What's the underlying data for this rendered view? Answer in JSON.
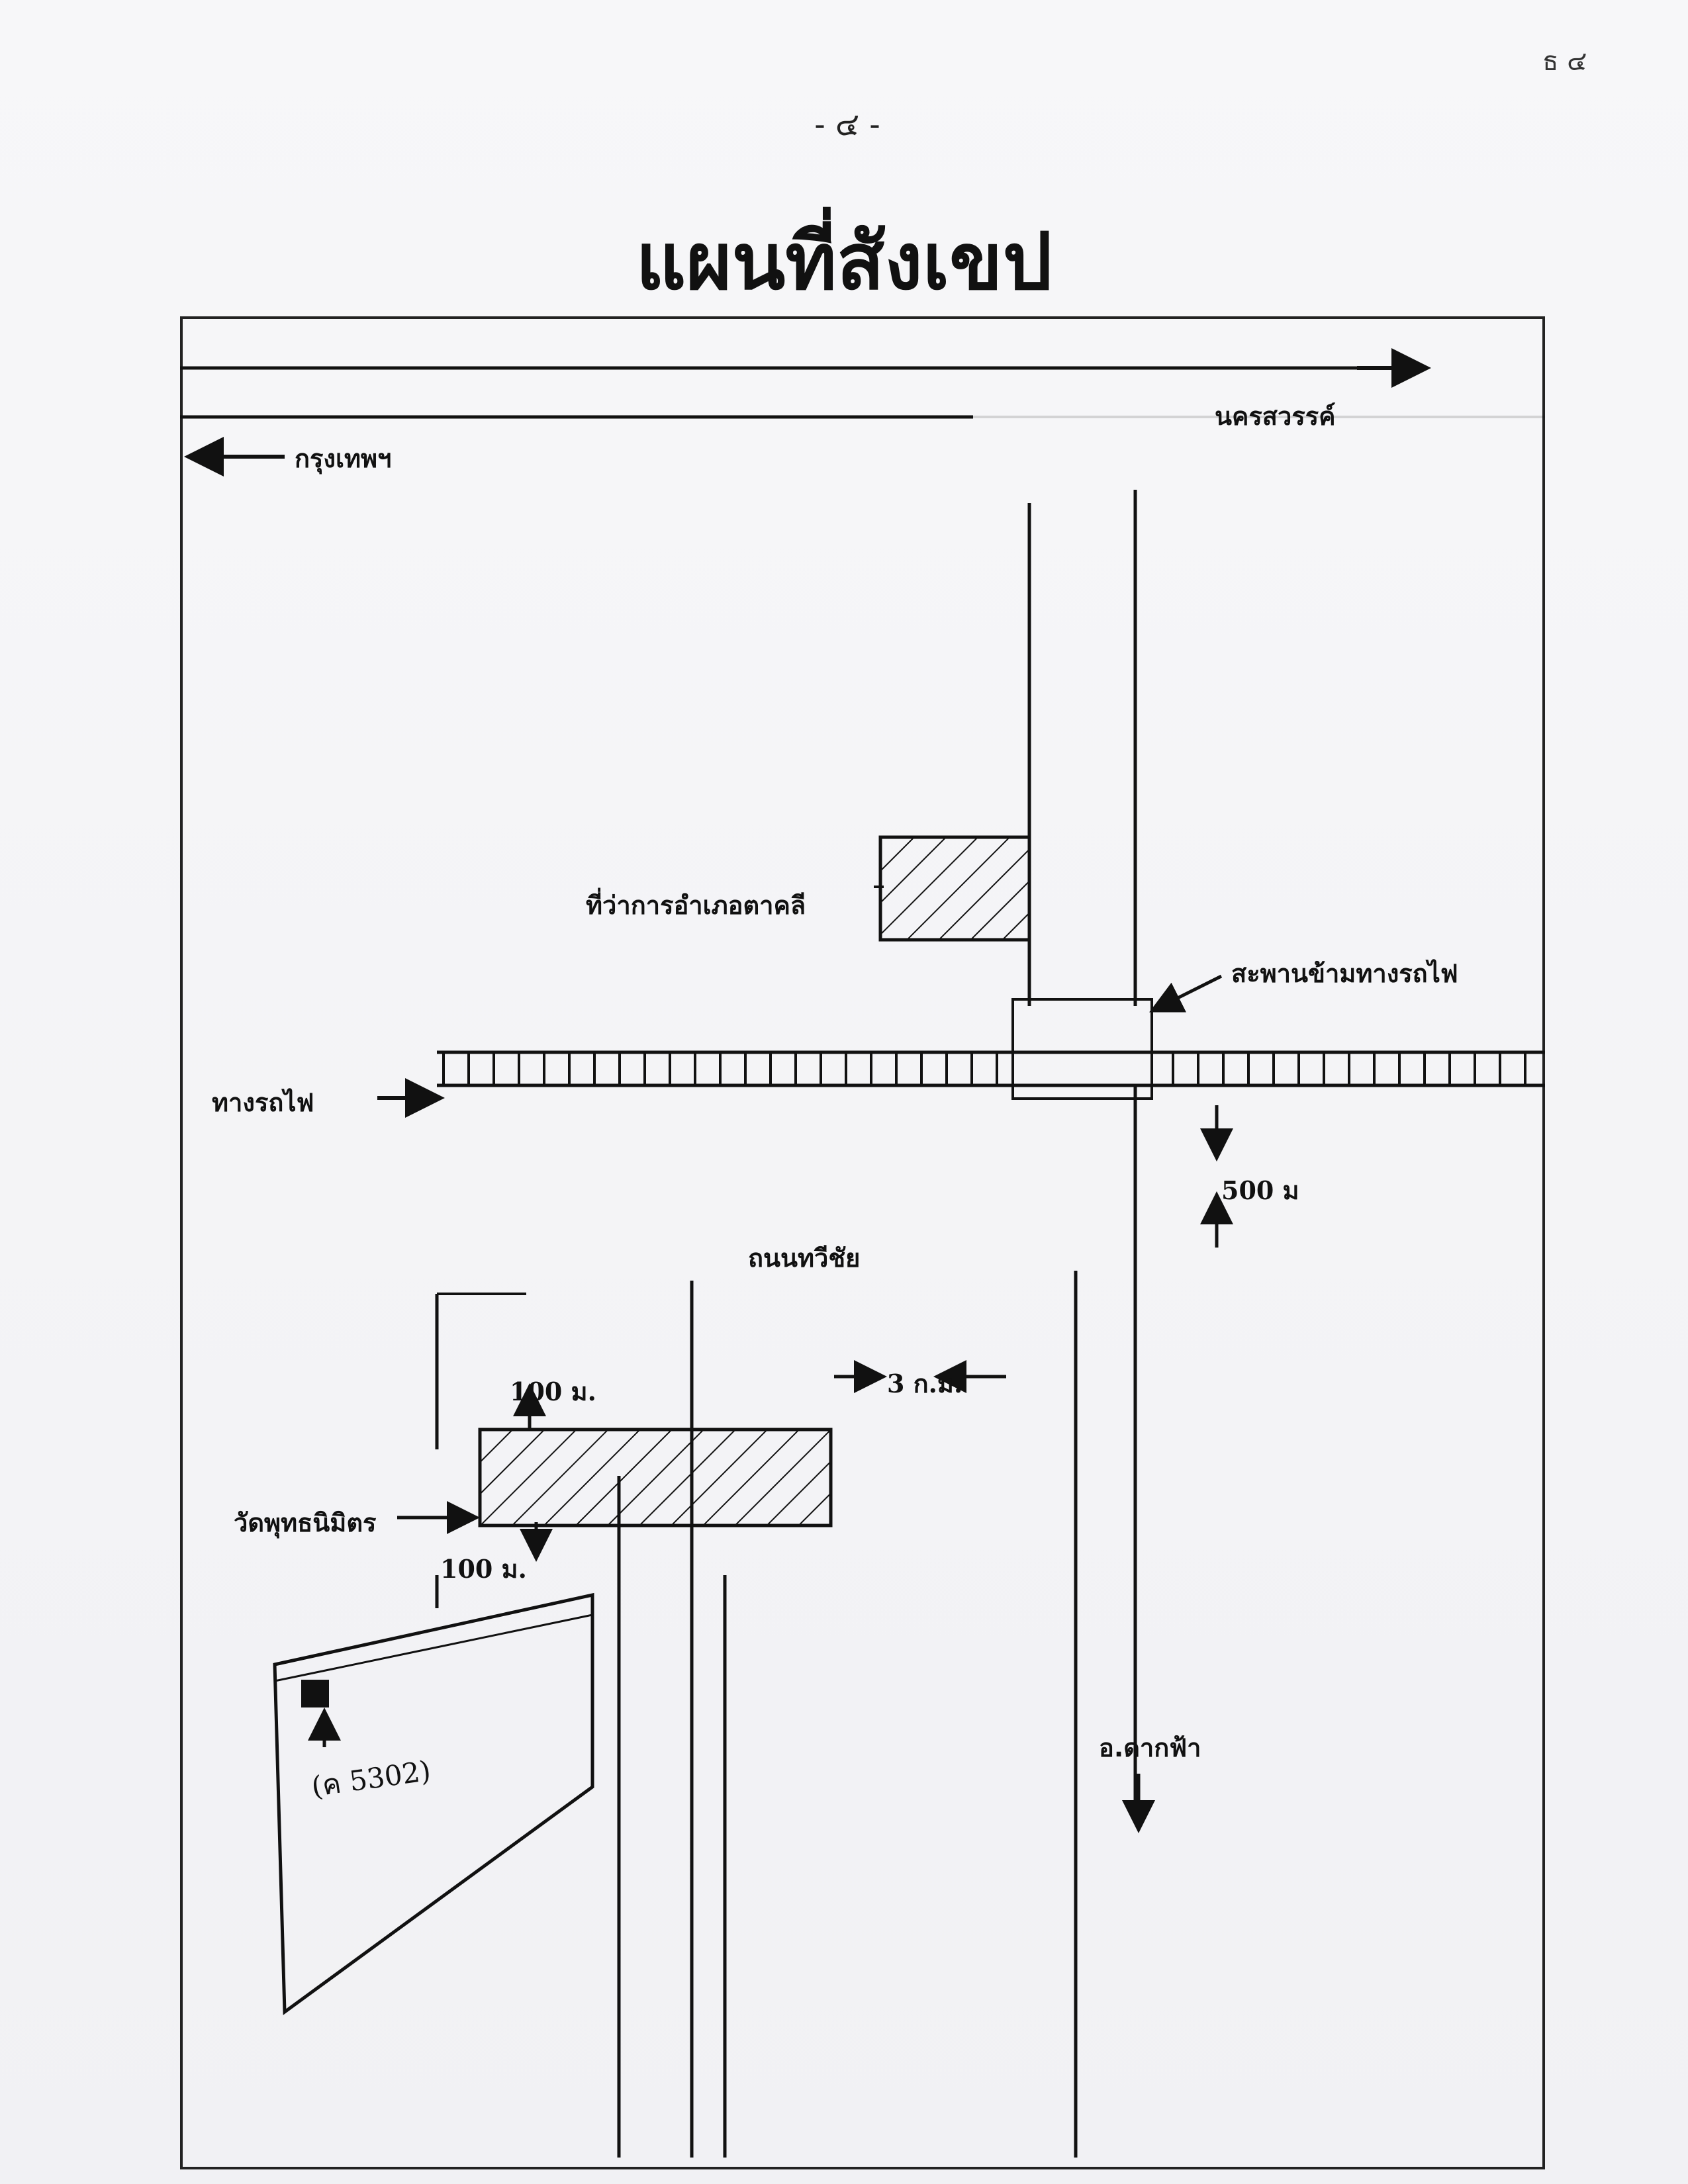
{
  "page": {
    "page_number": "- ๔ -",
    "title": "แผนที่สังเขป"
  },
  "map": {
    "labels": {
      "bangkok": "กรุงเทพฯ",
      "nakhon_sawan": "นครสวรรค์",
      "district_office": "ที่ว่าการอำเภอตาคลี",
      "railway_overpass": "สะพานข้ามทางรถไฟ",
      "railway": "ทางรถไฟ",
      "distance_500m": "500 ม",
      "thawichai_road": "ถนนทวีชัย",
      "distance_100m_top": "100 ม.",
      "distance_3km": "3 ก.ม.",
      "wat_phuttha_nimit": "วัดพุทธนิมิตร",
      "distance_100m_bottom": "100 ม.",
      "parcel_code": "(ค 5302)",
      "dak_fa_district": "อ.ดากฟ้า"
    },
    "colors": {
      "ink": "#111111",
      "paper": "#f4f4f6",
      "faint_text": "#c8c8d0"
    }
  }
}
